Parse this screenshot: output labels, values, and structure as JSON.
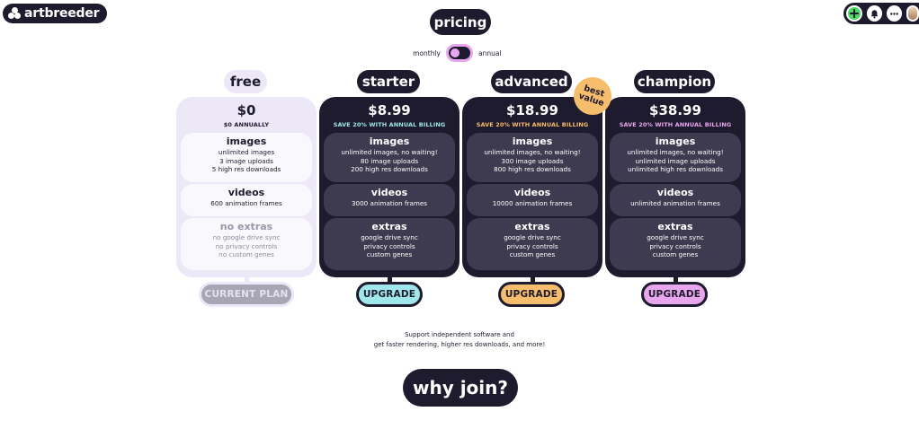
{
  "header": {
    "logo_text": "artbreeder",
    "title": "pricing",
    "billing": {
      "left_label": "monthly",
      "right_label": "annual"
    }
  },
  "toolbar": {
    "icons": [
      "plus-icon",
      "bell-icon",
      "more-icon",
      "avatar"
    ]
  },
  "plans": [
    {
      "name": "free",
      "price": "$0",
      "subtitle": "$0 ANNUALLY",
      "images": {
        "title": "images",
        "lines": [
          "unlimited images",
          "3 image uploads",
          "5 high res downloads"
        ]
      },
      "videos": {
        "title": "videos",
        "lines": [
          "600 animation frames"
        ]
      },
      "extras": {
        "title": "no extras",
        "lines": [
          "no google drive sync",
          "no privacy controls",
          "no custom genes"
        ]
      },
      "button": "CURRENT PLAN"
    },
    {
      "name": "starter",
      "price": "$8.99",
      "subtitle": "SAVE 20% WITH ANNUAL BILLING",
      "images": {
        "title": "images",
        "lines": [
          "unlimited images, no waiting!",
          "80 image uploads",
          "200 high res downloads"
        ]
      },
      "videos": {
        "title": "videos",
        "lines": [
          "3000 animation frames"
        ]
      },
      "extras": {
        "title": "extras",
        "lines": [
          "google drive sync",
          "privacy controls",
          "custom genes"
        ]
      },
      "button": "UPGRADE"
    },
    {
      "name": "advanced",
      "price": "$18.99",
      "subtitle": "SAVE 20% WITH ANNUAL BILLING",
      "badge": {
        "line1": "best",
        "line2": "value"
      },
      "images": {
        "title": "images",
        "lines": [
          "unlimited images, no waiting!",
          "300 image uploads",
          "800 high res downloads"
        ]
      },
      "videos": {
        "title": "videos",
        "lines": [
          "10000 animation frames"
        ]
      },
      "extras": {
        "title": "extras",
        "lines": [
          "google drive sync",
          "privacy controls",
          "custom genes"
        ]
      },
      "button": "UPGRADE"
    },
    {
      "name": "champion",
      "price": "$38.99",
      "subtitle": "SAVE 20% WITH ANNUAL BILLING",
      "images": {
        "title": "images",
        "lines": [
          "unlimited images, no waiting!",
          "unlimited image uploads",
          "unlimited high res downloads"
        ]
      },
      "videos": {
        "title": "videos",
        "lines": [
          "unlimited animation frames"
        ]
      },
      "extras": {
        "title": "extras",
        "lines": [
          "google drive sync",
          "privacy controls",
          "custom genes"
        ]
      },
      "button": "UPGRADE"
    }
  ],
  "colors": {
    "dark": "#1f1b2e",
    "light_card": "#ece8f8",
    "section_dark": "#3e3a4f",
    "starter_accent": "#9fe7ea",
    "advanced_accent": "#f5bd6c",
    "champion_accent": "#e8a6ee",
    "plus_green": "#4cd964"
  },
  "footer": {
    "support_line1": "Support independent software and",
    "support_line2": "get faster rendering, higher res downloads, and more!",
    "why_join": "why join?"
  }
}
